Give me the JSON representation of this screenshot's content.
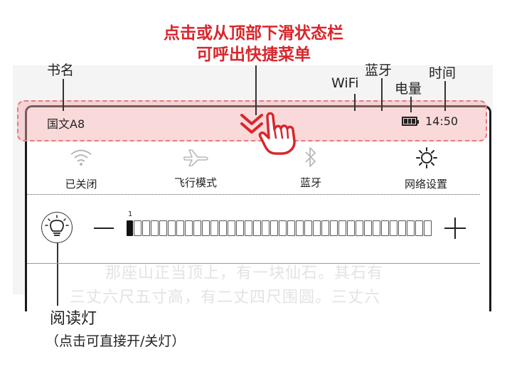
{
  "callout": {
    "line1": "点击或从顶部下滑状态栏",
    "line2": "可呼出快捷菜单"
  },
  "labels": {
    "book_name": "书名",
    "wifi": "WiFi",
    "bluetooth": "蓝牙",
    "battery": "电量",
    "time": "时间"
  },
  "status_bar": {
    "book_title": "国文A8",
    "time": "14:50",
    "battery_level": 1.0
  },
  "quick_settings": [
    {
      "icon": "wifi-icon",
      "label": "已关闭",
      "state": "off"
    },
    {
      "icon": "airplane-icon",
      "label": "飞行模式",
      "state": "off"
    },
    {
      "icon": "bluetooth-icon",
      "label": "蓝牙",
      "state": "off"
    },
    {
      "icon": "sun-icon",
      "label": "网络设置",
      "state": "active"
    }
  ],
  "brightness": {
    "value": "1",
    "segments": 36,
    "filled": 1,
    "light_icon": "bulb-icon"
  },
  "book_text": {
    "line1": "那座山正当顶上，有一块仙石。其石有",
    "line2": "三丈六尺五寸高，有二丈四尺围圆。三丈六"
  },
  "caption": {
    "line1": "阅读灯",
    "line2": "（点击可直接开/关灯）"
  },
  "colors": {
    "accent": "#d9262c",
    "highlight_fill": "#f5aaae",
    "highlight_border": "#e9797c"
  }
}
